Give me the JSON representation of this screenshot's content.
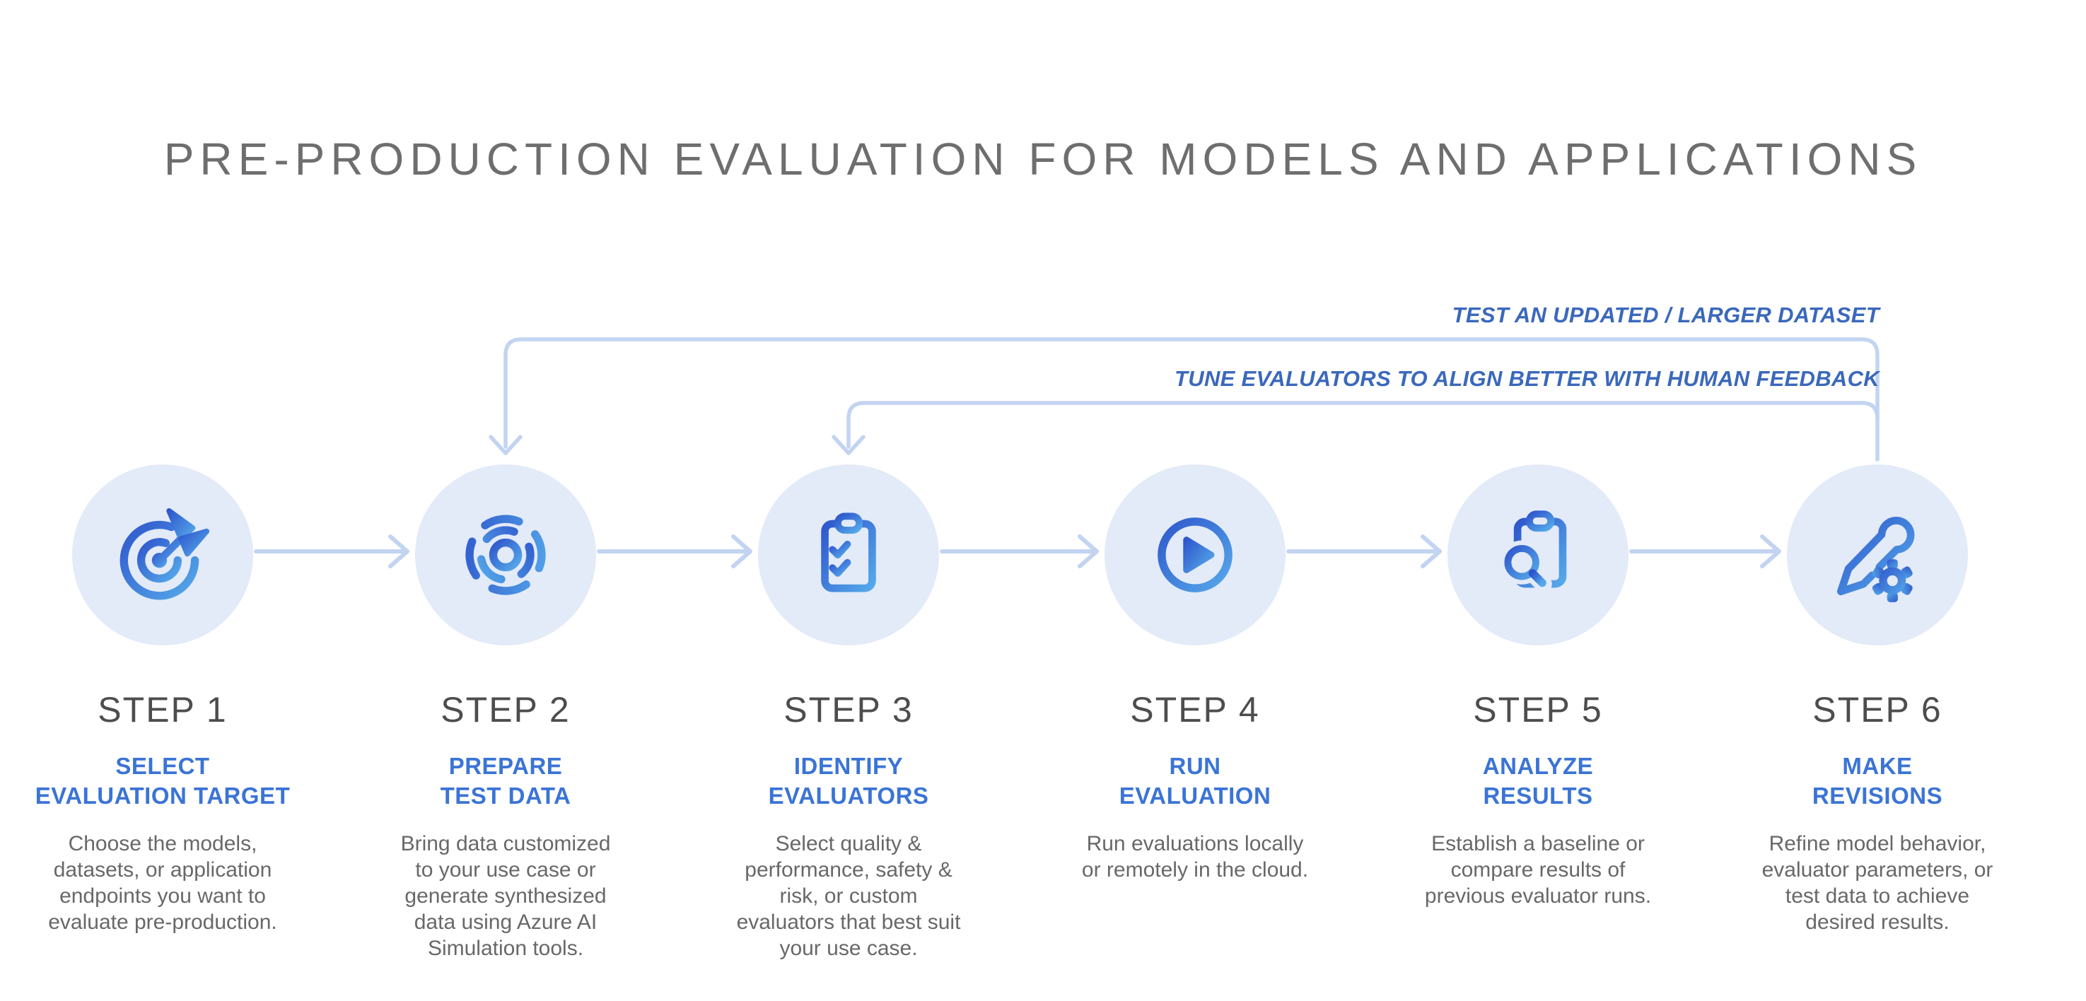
{
  "title": "PRE-PRODUCTION EVALUATION FOR MODELS AND APPLICATIONS",
  "colors": {
    "accent_blue": "#3B74D6",
    "loop_label_blue": "#3A68BC",
    "line_blue": "#C2D4F1",
    "circle_fill": "#E3EAF8",
    "icon_gradient_start": "#2F57CC",
    "icon_gradient_end": "#55A9EA",
    "title_gray": "#6E6E6E",
    "step_label_gray": "#4D4D4D",
    "description_gray": "#686868"
  },
  "feedback_loops": [
    {
      "label": "TEST AN UPDATED / LARGER DATASET",
      "from_step": "STEP 6",
      "to_step": "STEP 2"
    },
    {
      "label": "TUNE EVALUATORS TO ALIGN BETTER WITH HUMAN FEEDBACK",
      "from_step": "STEP 6",
      "to_step": "STEP 3"
    }
  ],
  "steps": [
    {
      "label": "STEP 1",
      "icon": "target-icon",
      "subtitle": "SELECT\nEVALUATION TARGET",
      "description": "Choose the models,\ndatasets, or application\nendpoints you want to\nevaluate pre-production."
    },
    {
      "label": "STEP 2",
      "icon": "radar-pulse-icon",
      "subtitle": "PREPARE\nTEST DATA",
      "description": "Bring data customized\nto your use case or\ngenerate synthesized\ndata using Azure AI\nSimulation tools."
    },
    {
      "label": "STEP 3",
      "icon": "clipboard-checklist-icon",
      "subtitle": "IDENTIFY\nEVALUATORS",
      "description": "Select quality &\nperformance, safety &\nrisk, or custom\nevaluators that best suit\nyour use case."
    },
    {
      "label": "STEP 4",
      "icon": "play-icon",
      "subtitle": "RUN\nEVALUATION",
      "description": "Run evaluations locally\nor remotely in the cloud."
    },
    {
      "label": "STEP 5",
      "icon": "clipboard-search-icon",
      "subtitle": "ANALYZE\nRESULTS",
      "description": "Establish a baseline or\ncompare results of\nprevious evaluator runs."
    },
    {
      "label": "STEP 6",
      "icon": "pencil-gear-icon",
      "subtitle": "MAKE\nREVISIONS",
      "description": "Refine model behavior,\nevaluator parameters, or\ntest data to achieve\ndesired results."
    }
  ]
}
